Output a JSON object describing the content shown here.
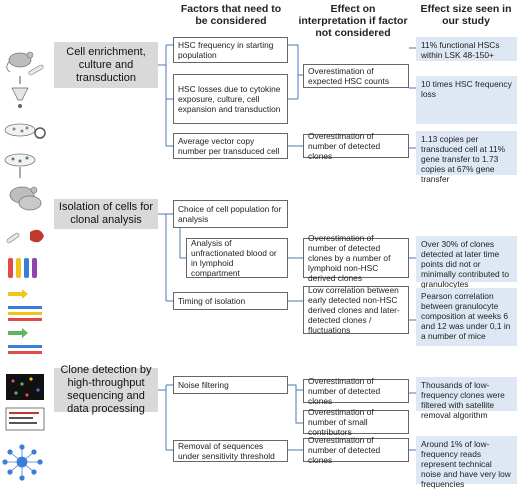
{
  "headers": {
    "factors": "Factors that need to be considered",
    "effect": "Effect on interpretation if factor not considered",
    "size": "Effect size seen in our study"
  },
  "stages": [
    "Cell enrichment, culture and transduction",
    "Isolation of cells for clonal analysis",
    "Clone detection by high-throughput sequencing and data processing"
  ],
  "factors": [
    "HSC frequency in starting population",
    "HSC losses due to cytokine exposure, culture, cell expansion and transduction",
    "Average vector copy number per transduced cell",
    "Choice of cell population for analysis",
    "Analysis of unfractionated blood  or in lymphoid compartment",
    "Timing of isolation",
    "Noise filtering",
    "Removal of sequences under sensitivity threshold"
  ],
  "effects": [
    "Overestimation of expected HSC counts",
    "Overestimation of number of detected clones",
    "Overestimation of number of detected clones by a number of lymphoid non-HSC derived clones",
    "Low correlation between early detected non-HSC derived clones and later-detected clones / fluctuations",
    "Overestimation of number of detected clones",
    "Overestimation of number of small contributors",
    "Overestimation of number of detected clones"
  ],
  "sizes": [
    "11% functional HSCs within LSK 48-150+",
    "10 times HSC frequency loss",
    "1.13 copies per transduced cell at 11% gene transfer to 1.73 copies at 67% gene transfer",
    "Over 30% of clones detected at later time points did not  or minimally contributed to granulocytes",
    "Pearson correlation between granulocyte composition at weeks 6 and 12 was under 0,1 in a number of mice",
    "Thousands of low-frequency clones were filtered with satellite removal algorithm",
    "Around 1% of low- frequency reads represent technical noise and have very low frequencies"
  ],
  "colors": {
    "stage_bg": "#d9d9d9",
    "effect_bg": "#dde8f4",
    "connector": "#4a7ab5"
  }
}
